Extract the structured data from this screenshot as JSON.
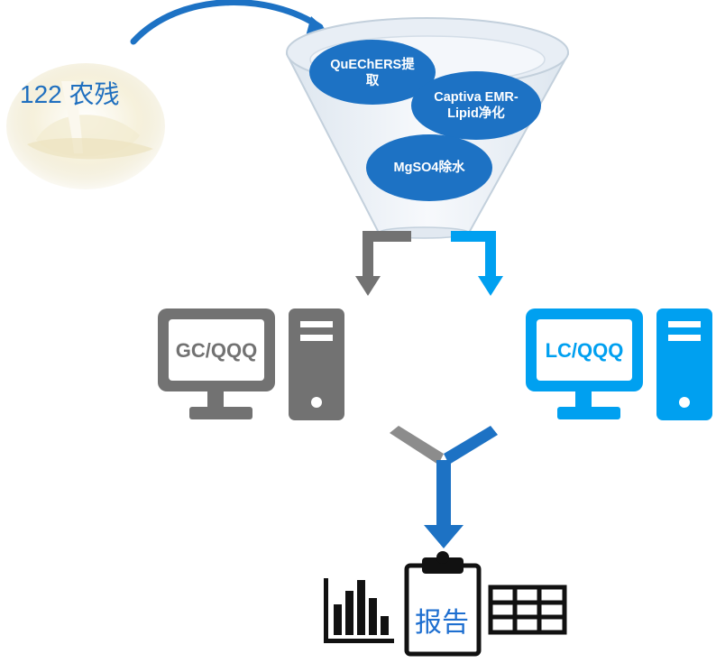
{
  "sample": {
    "label": "122 农残",
    "icon": "milk-splash"
  },
  "funnel": {
    "steps": [
      {
        "line1": "QuEChERS提",
        "line2": "取"
      },
      {
        "line1": "Captiva EMR-",
        "line2": "Lipid净化"
      },
      {
        "line1": "MgSO4除水",
        "line2": ""
      }
    ]
  },
  "instruments": {
    "gc": {
      "label": "GC/QQQ",
      "color": "#727272"
    },
    "lc": {
      "label": "LC/QQQ",
      "color": "#00a0f0"
    }
  },
  "output": {
    "report_label": "报告",
    "icons": [
      "bar-chart-icon",
      "clipboard-icon",
      "table-grid-icon"
    ]
  },
  "colors": {
    "blue_dark": "#1d72c4",
    "gray": "#727272",
    "light_blue": "#00a0f0"
  }
}
